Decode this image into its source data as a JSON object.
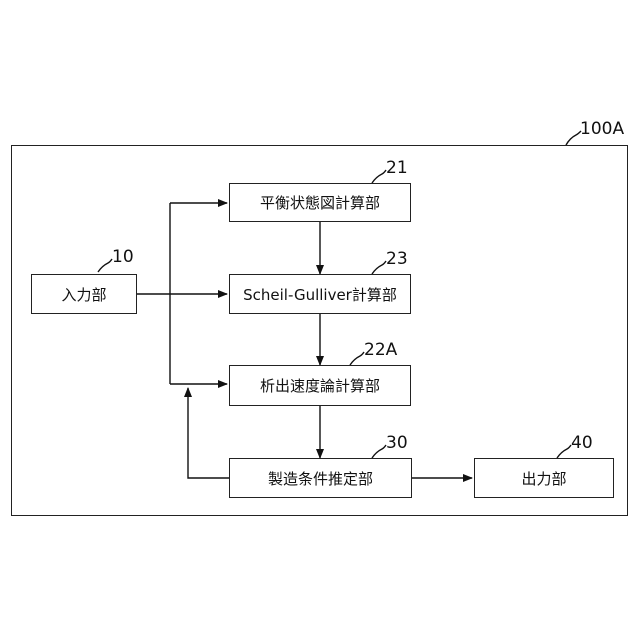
{
  "diagram": {
    "system_ref": "100A",
    "blocks": {
      "input": {
        "ref": "10",
        "label": "入力部"
      },
      "equilibrium": {
        "ref": "21",
        "label": "平衡状態図計算部"
      },
      "scheil": {
        "ref": "23",
        "label": "Scheil-Gulliver計算部"
      },
      "precip": {
        "ref": "22A",
        "label": "析出速度論計算部"
      },
      "estimate": {
        "ref": "30",
        "label": "製造条件推定部"
      },
      "output": {
        "ref": "40",
        "label": "出力部"
      }
    }
  }
}
